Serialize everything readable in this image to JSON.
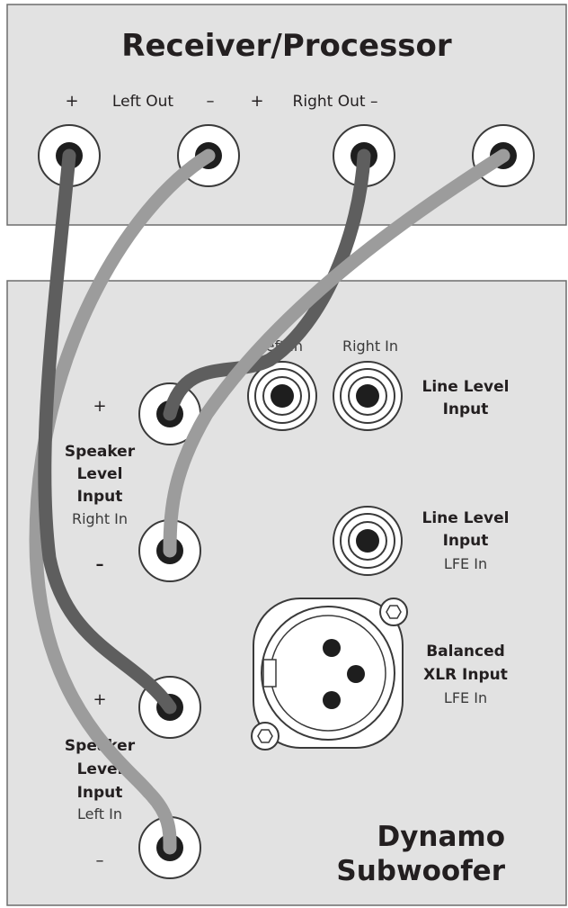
{
  "receiver": {
    "title": "Receiver/Processor",
    "left_plus": "+",
    "left_out": "Left Out",
    "left_minus": "–",
    "right_plus": "+",
    "right_out": "Right Out –"
  },
  "subwoofer": {
    "left_in_partial": "Left In",
    "right_in": "Right In",
    "line_level_input": {
      "line1": "Line Level",
      "line2": "Input"
    },
    "line_level_lfe": {
      "line1": "Line Level",
      "line2": "Input",
      "line3": "LFE In"
    },
    "balanced_xlr": {
      "line1": "Balanced",
      "line2": "XLR Input",
      "line3": "LFE In"
    },
    "speaker_right": {
      "plus": "+",
      "line1": "Speaker",
      "line2": "Level",
      "line3": "Input",
      "line4": "Right In",
      "minus": "–"
    },
    "speaker_left": {
      "plus": "+",
      "line1": "Speaker",
      "line2": "Level",
      "line3": "Input",
      "line4": "Left In",
      "minus": "–"
    },
    "brand_line1": "Dynamo",
    "brand_line2": "Subwoofer"
  },
  "colors": {
    "panel": "#e2e2e2",
    "panel_border": "#6d6d6d",
    "wire_dark": "#5e5e5e",
    "wire_light": "#9c9c9c",
    "terminal_face": "#ffffff",
    "terminal_hole": "#1e1e1e"
  },
  "icons": [
    "binding-post-icon",
    "rca-jack-icon",
    "xlr-jack-icon",
    "screw-icon"
  ]
}
